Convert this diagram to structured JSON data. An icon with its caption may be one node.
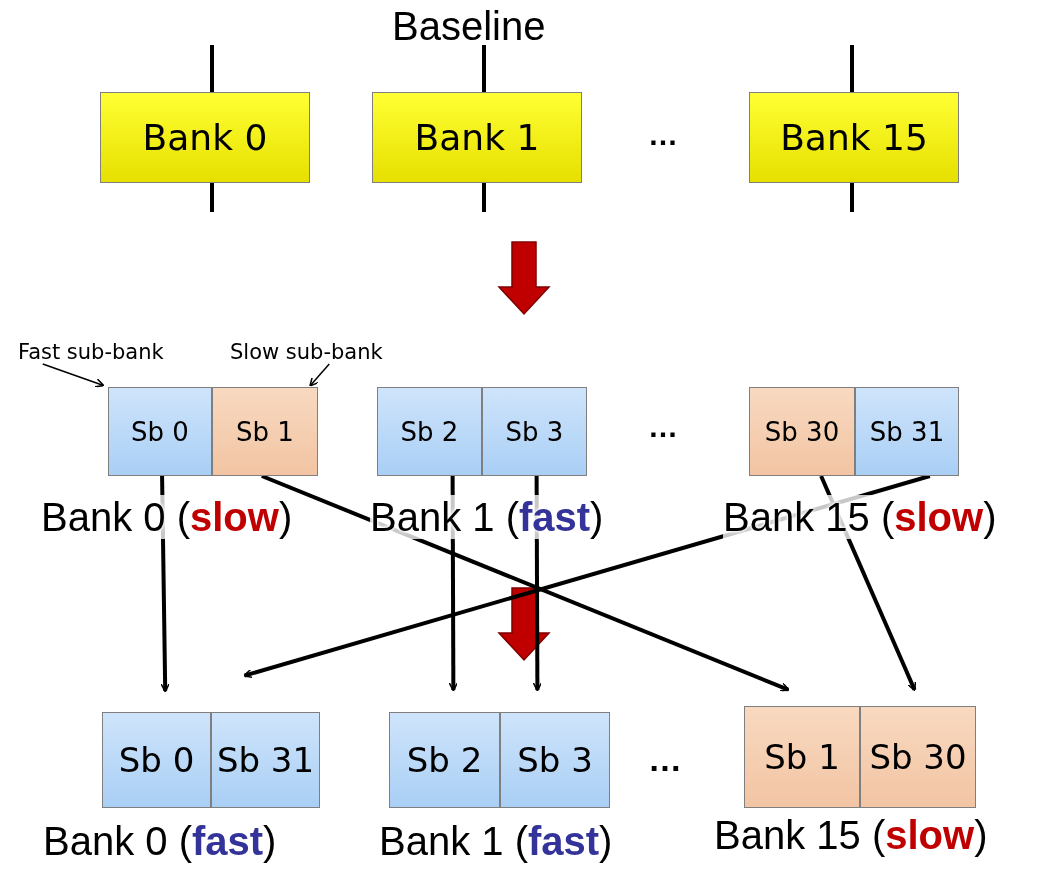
{
  "diagram": {
    "title": "Baseline",
    "nodes": [
      {
        "text": [
          "Bank 0"
        ]
      },
      {
        "text": [
          "Bank 1"
        ]
      },
      {
        "text": [
          "Bank 15"
        ]
      },
      {
        "text": [
          "Fast sub-bank"
        ]
      },
      {
        "text": [
          "Slow sub-bank"
        ]
      },
      {
        "text": [
          "Bank 0 (**slow**)"
        ]
      },
      {
        "text": [
          "Sb 0"
        ],
        "in": 5
      },
      {
        "text": [
          "Sb 1"
        ],
        "in": 5
      },
      {
        "text": [
          "Bank 1 (**fast**)"
        ]
      },
      {
        "text": [
          "Sb 2"
        ],
        "in": 8
      },
      {
        "text": [
          "Sb 3"
        ],
        "in": 8
      },
      {
        "text": [
          "Bank 15 (**slow**)"
        ]
      },
      {
        "text": [
          "Sb 30"
        ],
        "in": 11
      },
      {
        "text": [
          "Sb 31"
        ],
        "in": 11
      },
      {
        "text": [
          "Bank 0 (**fast**)"
        ]
      },
      {
        "text": [
          "Sb 0"
        ],
        "in": 14
      },
      {
        "text": [
          "Sb 31"
        ],
        "in": 14
      },
      {
        "text": [
          "Bank 1 (**fast**)"
        ]
      },
      {
        "text": [
          "Sb 2"
        ],
        "in": 17
      },
      {
        "text": [
          "Sb 3"
        ],
        "in": 17
      },
      {
        "text": [
          "Bank 15 (**slow**)"
        ]
      },
      {
        "text": [
          "Sb 1"
        ],
        "in": 20
      },
      {
        "text": [
          "Sb 30"
        ],
        "in": 20
      }
    ],
    "edges": [
      {
        "from": 3,
        "to": 6,
        "arrow": "to"
      },
      {
        "from": 4,
        "to": 7,
        "arrow": "to"
      },
      {
        "from": 6,
        "to": 15,
        "arrow": "to"
      },
      {
        "from": 7,
        "to": 21,
        "arrow": "to"
      },
      {
        "from": 9,
        "to": 18,
        "arrow": "to"
      },
      {
        "from": 10,
        "to": 19,
        "arrow": "to"
      },
      {
        "from": 12,
        "to": 22,
        "arrow": "to"
      },
      {
        "from": 13,
        "to": 16,
        "arrow": "to"
      }
    ],
    "labels": [
      "…",
      "…",
      "…"
    ]
  }
}
